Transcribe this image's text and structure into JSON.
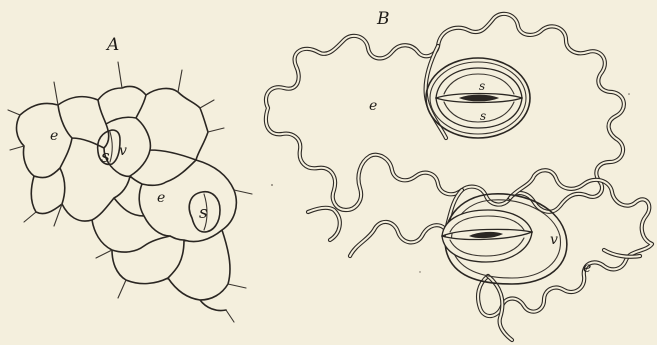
{
  "figure": {
    "panel_a": {
      "letter": "A",
      "cell_labels": {
        "epidermis_1": "e",
        "stoma_1": "s",
        "subsidiary": "v",
        "epidermis_2": "e",
        "stoma_2": "s"
      }
    },
    "panel_b": {
      "letter": "B",
      "cell_labels": {
        "epidermis_1": "e",
        "stoma_top_upper": "s",
        "stoma_top_lower": "s",
        "subsidiary": "v",
        "epidermis_2": "e"
      }
    }
  },
  "colors": {
    "paper": "#f4efdd",
    "ink": "#2a2622"
  }
}
